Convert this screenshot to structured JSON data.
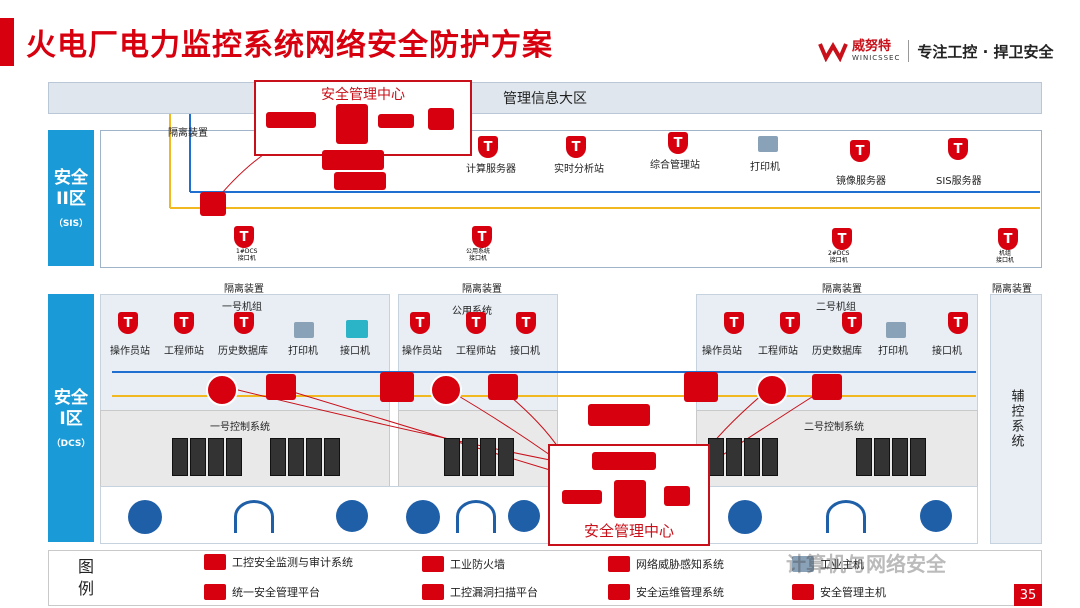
{
  "title": "火电厂电力监控系统网络安全防护方案",
  "brand": {
    "name": "威努特",
    "sub": "WINICSSEC",
    "slogan": "专注工控 · 捍卫安全"
  },
  "mis_band": "管理信息大区",
  "smc_top": "安全管理中心",
  "smc_bottom": "安全管理中心",
  "zone2": {
    "label": "安全\nII区",
    "sub": "（SIS）"
  },
  "zone1": {
    "label": "安全\nI区",
    "sub": "（DCS）"
  },
  "isolation": "隔离装置",
  "zone2_nodes": [
    "计算服务器",
    "实时分析站",
    "综合管理站",
    "打印机",
    "镜像服务器",
    "SIS服务器"
  ],
  "zone2_ifaces": [
    "1#DCS\n接口机",
    "公用系统\n接口机",
    "2#DCS\n接口机",
    "机组\n接口机"
  ],
  "groups": {
    "unit1": {
      "title": "一号机组",
      "items": [
        "操作员站",
        "工程师站",
        "历史数据库",
        "打印机",
        "接口机"
      ],
      "ctrl": "一号控制系统"
    },
    "common": {
      "title": "公用系统",
      "items": [
        "操作员站",
        "工程师站",
        "接口机"
      ]
    },
    "unit2": {
      "title": "二号机组",
      "items": [
        "操作员站",
        "工程师站",
        "历史数据库",
        "打印机",
        "接口机"
      ],
      "ctrl": "二号控制系统"
    }
  },
  "aux": "辅控系统",
  "legend": {
    "heading": "图\n例",
    "items": [
      "工控安全监测与审计系统",
      "工业防火墙",
      "网络威胁感知系统",
      "工业主机",
      "统一安全管理平台",
      "工控漏洞扫描平台",
      "安全运维管理系统",
      "安全管理主机"
    ]
  },
  "watermark": "计算机与网络安全",
  "page_no": "35",
  "colors": {
    "accent": "#d7000f",
    "zone": "#1a9bd7",
    "bus_blue": "#1f6fd1",
    "bus_yellow": "#f1b81f"
  }
}
